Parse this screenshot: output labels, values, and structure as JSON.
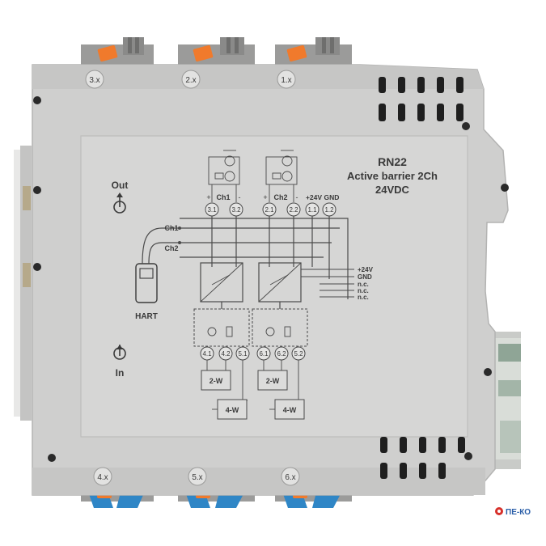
{
  "device": {
    "title_line1": "RN22",
    "title_line2": "Active barrier 2Ch",
    "title_line3": "24VDC",
    "out_label": "Out",
    "in_label": "In",
    "hart_label": "HART",
    "ch1_label": "Ch1",
    "ch2_label": "Ch2"
  },
  "top_terminals": [
    "3.x",
    "2.x",
    "1.x"
  ],
  "bottom_terminals": [
    "4.x",
    "5.x",
    "6.x"
  ],
  "schematic": {
    "ch1_top": "Ch1",
    "ch2_top": "Ch2",
    "plus": "+",
    "minus": "-",
    "plus24v": "+24V",
    "gnd": "GND",
    "terms_top": [
      "3.1",
      "3.2",
      "2.1",
      "2.2",
      "1.1",
      "1.2"
    ],
    "terms_bottom": [
      "4.1",
      "4.2",
      "5.1",
      "6.1",
      "6.2",
      "5.2"
    ],
    "right_pins": [
      "+24V",
      "GND",
      "n.c.",
      "n.c.",
      "n.c."
    ],
    "two_wire": "2-W",
    "four_wire": "4-W"
  },
  "watermark": "ПЕ-КО",
  "colors": {
    "housing": "#cfcfce",
    "face": "#d6d6d5",
    "orange_clip": "#f07a2c",
    "blue_clip": "#2f86c6",
    "connector_grey": "#9b9b9a",
    "watermark_red": "#d7302a",
    "watermark_blue": "#2a5ea8"
  }
}
